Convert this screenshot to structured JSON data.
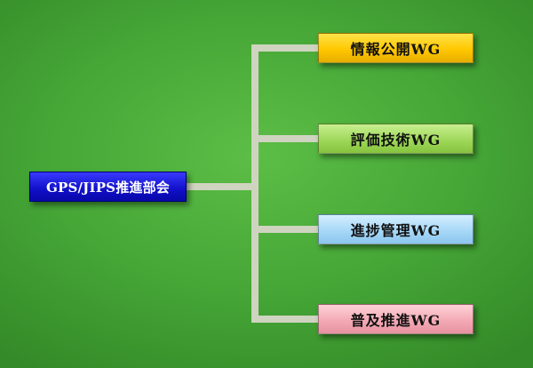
{
  "diagram": {
    "root": {
      "label": "GPS/JIPS推進部会"
    },
    "children": [
      {
        "label": "情報公開WG"
      },
      {
        "label": "評価技術WG"
      },
      {
        "label": "進捗管理WG"
      },
      {
        "label": "普及推進WG"
      }
    ],
    "colors": {
      "background": "#45a536",
      "connector": "#cfd4c0",
      "root_fill": "#1010c8",
      "child_fills": [
        "#ffc800",
        "#9fd85a",
        "#a7d8f7",
        "#f3aab5"
      ]
    }
  }
}
